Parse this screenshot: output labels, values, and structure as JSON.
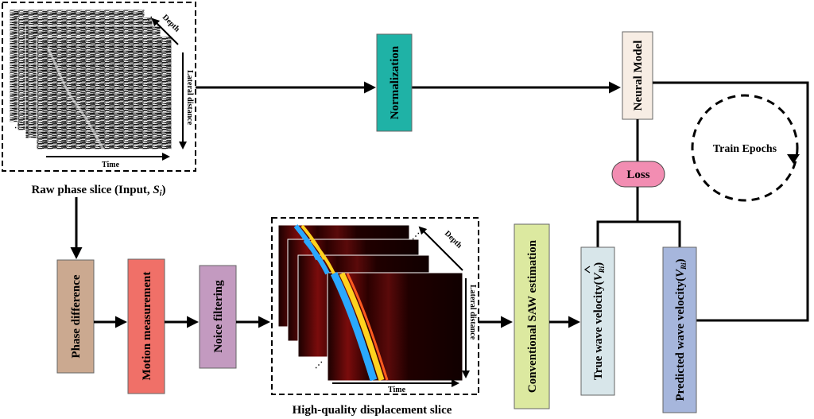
{
  "input_panel": {
    "caption_prefix": "Raw phase slice (Input, ",
    "caption_symbol": "S",
    "caption_subscript": "i",
    "caption_suffix": ")",
    "depth_label": "Depth",
    "lateral_label": "Lateral distance",
    "time_label": "Time"
  },
  "output_panel": {
    "caption": "High-quality displacement slice",
    "depth_label": "Depth",
    "lateral_label": "Lateral distance",
    "time_label": "Time"
  },
  "boxes": {
    "normalization": "Normalization",
    "neural_model": "Neural Model",
    "loss": "Loss",
    "train_epochs": "Train Epochs",
    "phase_difference": "Phase difference",
    "motion_measurement": "Motion measurement",
    "noise_filtering": "Noice filtering",
    "conventional_saw": "Conventional SAW estimation",
    "true_velocity_prefix": "True wave velocity",
    "true_velocity_symbol": "V",
    "true_velocity_subscript": "Ri",
    "predicted_velocity_prefix": "Predicted wave velocity",
    "predicted_velocity_symbol": "V",
    "predicted_velocity_subscript": "Ri"
  },
  "colors": {
    "normalization": "#1fb2a6",
    "neural_model": "#f7ede4",
    "loss": "#f28db2",
    "phase_difference": "#cba990",
    "motion_measurement": "#f07068",
    "noise_filtering": "#c39ac0",
    "conventional_saw": "#dce9a0",
    "true_velocity": "#d8e6ea",
    "predicted_velocity": "#a6b6dc"
  }
}
